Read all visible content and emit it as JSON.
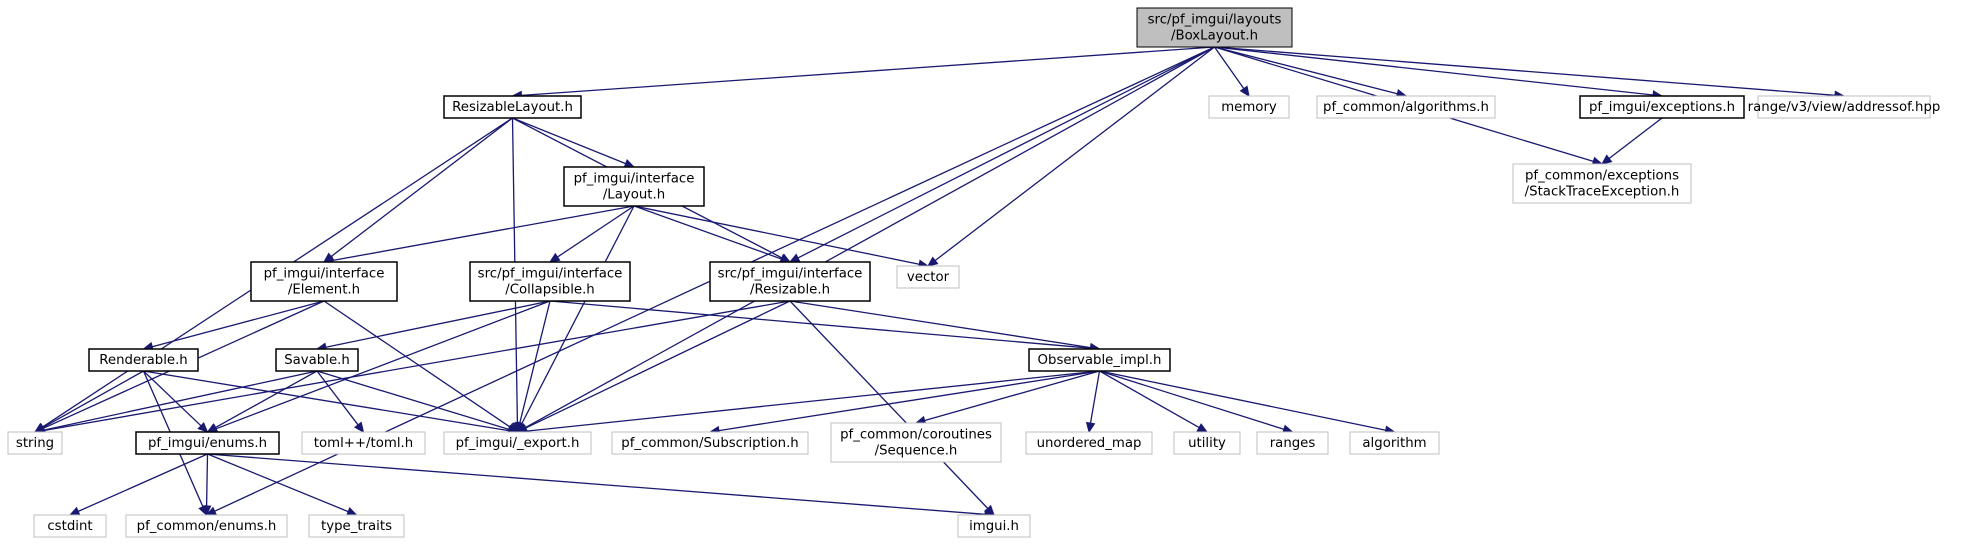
{
  "graph": {
    "title": "",
    "colors": {
      "edge": "#191970",
      "root_fill": "#bfbfbf",
      "documented_border": "#000000",
      "external_border": "#bfbfbf"
    },
    "nodes": [
      {
        "id": "root",
        "kind": "root",
        "lines": [
          "src/pf_imgui/layouts",
          "/BoxLayout.h"
        ]
      },
      {
        "id": "resizable_layout",
        "kind": "documented",
        "lines": [
          "ResizableLayout.h"
        ]
      },
      {
        "id": "memory",
        "kind": "external",
        "lines": [
          "memory"
        ]
      },
      {
        "id": "algorithms",
        "kind": "external",
        "lines": [
          "pf_common/algorithms.h"
        ]
      },
      {
        "id": "exceptions",
        "kind": "documented",
        "lines": [
          "pf_imgui/exceptions.h"
        ]
      },
      {
        "id": "addressof",
        "kind": "external",
        "lines": [
          "range/v3/view/addressof.hpp"
        ]
      },
      {
        "id": "stacktrace",
        "kind": "external",
        "lines": [
          "pf_common/exceptions",
          "/StackTraceException.h"
        ]
      },
      {
        "id": "layout",
        "kind": "documented",
        "lines": [
          "pf_imgui/interface",
          "/Layout.h"
        ]
      },
      {
        "id": "element",
        "kind": "documented",
        "lines": [
          "pf_imgui/interface",
          "/Element.h"
        ]
      },
      {
        "id": "collapsible",
        "kind": "documented",
        "lines": [
          "src/pf_imgui/interface",
          "/Collapsible.h"
        ]
      },
      {
        "id": "resizable",
        "kind": "documented",
        "lines": [
          "src/pf_imgui/interface",
          "/Resizable.h"
        ]
      },
      {
        "id": "vector",
        "kind": "external",
        "lines": [
          "vector"
        ]
      },
      {
        "id": "renderable",
        "kind": "documented",
        "lines": [
          "Renderable.h"
        ]
      },
      {
        "id": "savable",
        "kind": "documented",
        "lines": [
          "Savable.h"
        ]
      },
      {
        "id": "observable",
        "kind": "documented",
        "lines": [
          "Observable_impl.h"
        ]
      },
      {
        "id": "string",
        "kind": "external",
        "lines": [
          "string"
        ]
      },
      {
        "id": "enums",
        "kind": "documented",
        "lines": [
          "pf_imgui/enums.h"
        ]
      },
      {
        "id": "toml",
        "kind": "external",
        "lines": [
          "toml++/toml.h"
        ]
      },
      {
        "id": "export",
        "kind": "external",
        "lines": [
          "pf_imgui/_export.h"
        ]
      },
      {
        "id": "subscription",
        "kind": "external",
        "lines": [
          "pf_common/Subscription.h"
        ]
      },
      {
        "id": "sequence",
        "kind": "external",
        "lines": [
          "pf_common/coroutines",
          "/Sequence.h"
        ]
      },
      {
        "id": "unordered_map",
        "kind": "external",
        "lines": [
          "unordered_map"
        ]
      },
      {
        "id": "utility",
        "kind": "external",
        "lines": [
          "utility"
        ]
      },
      {
        "id": "ranges",
        "kind": "external",
        "lines": [
          "ranges"
        ]
      },
      {
        "id": "algorithm",
        "kind": "external",
        "lines": [
          "algorithm"
        ]
      },
      {
        "id": "cstdint",
        "kind": "external",
        "lines": [
          "cstdint"
        ]
      },
      {
        "id": "common_enums",
        "kind": "external",
        "lines": [
          "pf_common/enums.h"
        ]
      },
      {
        "id": "type_traits",
        "kind": "external",
        "lines": [
          "type_traits"
        ]
      },
      {
        "id": "imgui",
        "kind": "external",
        "lines": [
          "imgui.h"
        ]
      }
    ],
    "edges": [
      {
        "from": "root",
        "to": "resizable_layout"
      },
      {
        "from": "root",
        "to": "memory"
      },
      {
        "from": "root",
        "to": "algorithms"
      },
      {
        "from": "root",
        "to": "exceptions"
      },
      {
        "from": "root",
        "to": "addressof"
      },
      {
        "from": "root",
        "to": "stacktrace"
      },
      {
        "from": "root",
        "to": "resizable"
      },
      {
        "from": "root",
        "to": "vector"
      },
      {
        "from": "root",
        "to": "export"
      },
      {
        "from": "root",
        "to": "common_enums"
      },
      {
        "from": "exceptions",
        "to": "stacktrace"
      },
      {
        "from": "resizable_layout",
        "to": "layout"
      },
      {
        "from": "resizable_layout",
        "to": "element"
      },
      {
        "from": "resizable_layout",
        "to": "resizable"
      },
      {
        "from": "resizable_layout",
        "to": "string"
      },
      {
        "from": "resizable_layout",
        "to": "export"
      },
      {
        "from": "layout",
        "to": "element"
      },
      {
        "from": "layout",
        "to": "collapsible"
      },
      {
        "from": "layout",
        "to": "resizable"
      },
      {
        "from": "layout",
        "to": "vector"
      },
      {
        "from": "layout",
        "to": "export"
      },
      {
        "from": "element",
        "to": "renderable"
      },
      {
        "from": "element",
        "to": "string"
      },
      {
        "from": "element",
        "to": "export"
      },
      {
        "from": "collapsible",
        "to": "savable"
      },
      {
        "from": "collapsible",
        "to": "observable"
      },
      {
        "from": "collapsible",
        "to": "enums"
      },
      {
        "from": "collapsible",
        "to": "export"
      },
      {
        "from": "resizable",
        "to": "observable"
      },
      {
        "from": "resizable",
        "to": "string"
      },
      {
        "from": "resizable",
        "to": "export"
      },
      {
        "from": "resizable",
        "to": "imgui"
      },
      {
        "from": "renderable",
        "to": "enums"
      },
      {
        "from": "renderable",
        "to": "string"
      },
      {
        "from": "renderable",
        "to": "export"
      },
      {
        "from": "renderable",
        "to": "common_enums"
      },
      {
        "from": "savable",
        "to": "toml"
      },
      {
        "from": "savable",
        "to": "enums"
      },
      {
        "from": "savable",
        "to": "string"
      },
      {
        "from": "savable",
        "to": "export"
      },
      {
        "from": "observable",
        "to": "export"
      },
      {
        "from": "observable",
        "to": "subscription"
      },
      {
        "from": "observable",
        "to": "sequence"
      },
      {
        "from": "observable",
        "to": "unordered_map"
      },
      {
        "from": "observable",
        "to": "utility"
      },
      {
        "from": "observable",
        "to": "ranges"
      },
      {
        "from": "observable",
        "to": "algorithm"
      },
      {
        "from": "enums",
        "to": "cstdint"
      },
      {
        "from": "enums",
        "to": "common_enums"
      },
      {
        "from": "enums",
        "to": "type_traits"
      },
      {
        "from": "enums",
        "to": "imgui"
      }
    ]
  }
}
